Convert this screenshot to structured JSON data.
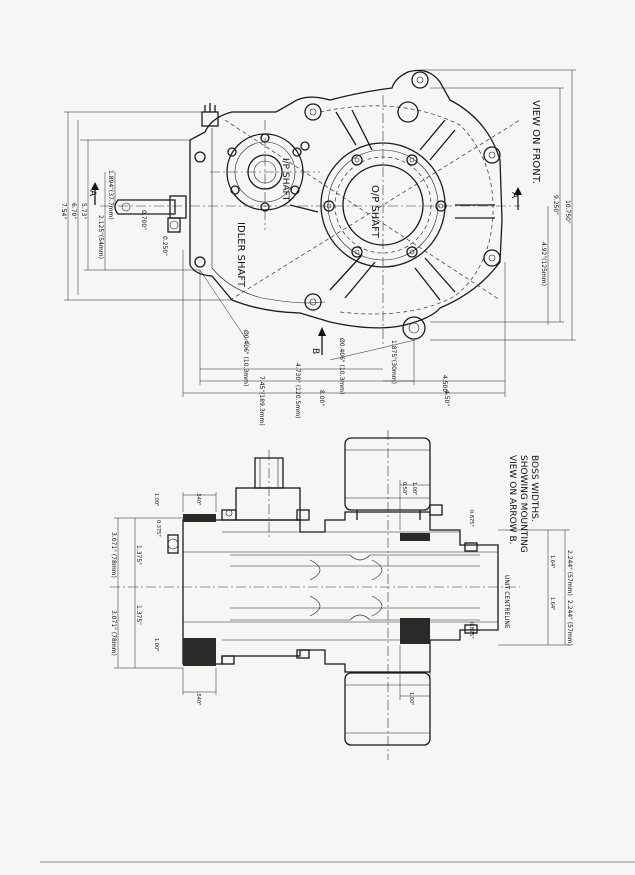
{
  "front_view": {
    "title": "VIEW ON FRONT.",
    "labels": {
      "input_shaft": "I/P SHAFT",
      "output_shaft": "O/P SHAFT",
      "idler_shaft": "IDLER SHAFT",
      "arrow_a_top": "A",
      "arrow_a_right": "A",
      "arrow_b": "B"
    },
    "dims_left": [
      "7.54\"",
      "6.70\"",
      "5.73\"",
      "2.125\"(54mm)",
      "1.894\"(37.7mm)",
      "0.700\"",
      "0.250\""
    ],
    "dims_right": [
      "10.750\"",
      "9.250\"",
      "4.92\"(125mm)"
    ],
    "dims_bottom": [
      "4.730\" (120.5mm)",
      "7.45\"(189.3mm)",
      "8.00\"",
      "4.500\"",
      "1.875\"(30mm)",
      "Ø0.406\" (10.3mm)",
      "Ø0.406\" (10.3mm)",
      "4.50\""
    ]
  },
  "arrow_view": {
    "title_line1": "VIEW ON ARROW B.",
    "title_line2": "SHOWING MOUNTING",
    "title_line3": "BOSS WIDTHS.",
    "centreline_label": "UNIT CENTRELINE",
    "dims_left": [
      "3.071\" (78mm)",
      "3.071\" (78mm)",
      "1.375\"",
      "1.375\"",
      "1.00\"",
      "1.00\""
    ],
    "dims_right": [
      "2.244\" (57mm)",
      "2.244\" (57mm)",
      "1.64\"",
      "1.64\"",
      "0.875\"",
      "0.875\""
    ],
    "dims_top": [
      ".540\"",
      "0.375\"",
      "0.50\"",
      "1.00\""
    ],
    "dims_bottom": [
      ".540\"",
      "1.00\""
    ]
  }
}
